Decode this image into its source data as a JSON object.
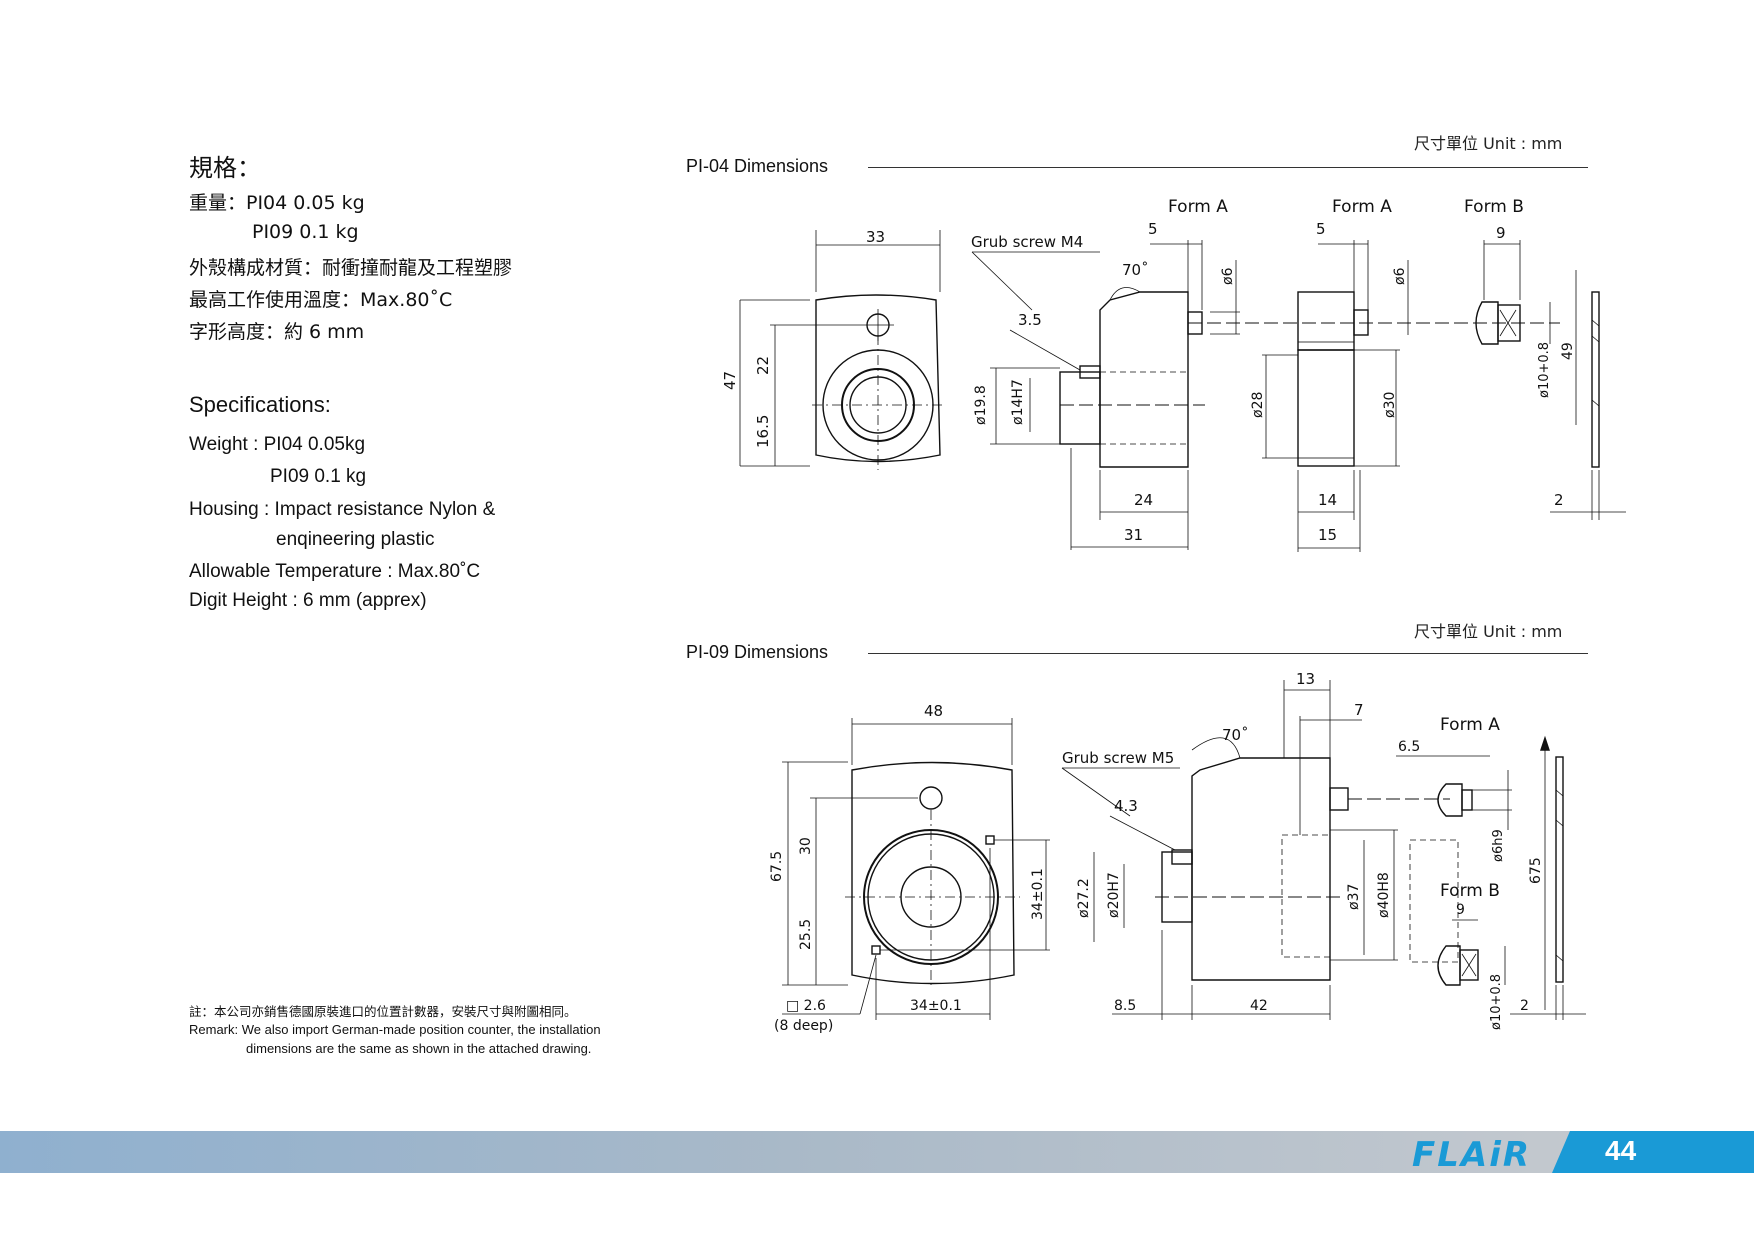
{
  "spec_zh": {
    "title": "規格：",
    "weight_line1": "重量：PI04   0.05 kg",
    "weight_line2": "PI09   0.1  kg",
    "housing": "外殼構成材質：耐衝撞耐龍及工程塑膠",
    "temperature": "最高工作使用溫度：Max.80˚C",
    "digit_height": "字形高度：約  6 mm"
  },
  "spec_en": {
    "title": "Specifications:",
    "weight_line1": "Weight : PI04   0.05kg",
    "weight_line2": "PI09   0.1 kg",
    "housing_line1": "Housing : Impact resistance Nylon &",
    "housing_line2": "enqineering plastic",
    "temperature": "Allowable Temperature : Max.80˚C",
    "digit_height": "Digit Height : 6 mm (apprex)"
  },
  "remark": {
    "zh": "註：本公司亦銷售德國原裝進口的位置計數器，安裝尺寸與附圖相同。",
    "en_line1": "Remark:  We also import German-made position counter, the installation",
    "en_line2": "dimensions are the same as shown in the attached drawing."
  },
  "pi04": {
    "title": "PI-04    Dimensions",
    "unit": "尺寸單位  Unit : mm",
    "form_a1": "Form  A",
    "form_a2": "Form  A",
    "form_b": "Form  B",
    "grub_screw": "Grub screw M4",
    "dims": {
      "w33": "33",
      "h47": "47",
      "h22": "22",
      "h16_5": "16.5",
      "d5a": "5",
      "d5b": "5",
      "d9": "9",
      "angle": "70˚",
      "d3_5": "3.5",
      "phi6a": "ø6",
      "phi6b": "ø6",
      "phi19_8": "ø19.8",
      "phi14": "ø14H7",
      "phi28": "ø28",
      "phi30": "ø30",
      "phi10": "ø10+0.8",
      "h49": "49",
      "d24": "24",
      "d31": "31",
      "d14": "14",
      "d15": "15",
      "d2": "2"
    }
  },
  "pi09": {
    "title": "PI-09    Dimensions",
    "unit": "尺寸單位  Unit : mm",
    "form_a": "Form  A",
    "form_b": "Form  B",
    "grub_screw": "Grub screw M5",
    "dims": {
      "w48": "48",
      "h67_5": "67.5",
      "h30": "30",
      "h25_5": "25.5",
      "d13": "13",
      "d7": "7",
      "angle": "70˚",
      "d4_3": "4.3",
      "h34": "34±0.1",
      "w34": "34±0.1",
      "sq2_6": "□ 2.6",
      "deep": "(8 deep)",
      "phi27_2": "ø27.2",
      "phi20": "ø20H7",
      "phi37": "ø37",
      "phi40": "ø40H8",
      "d6_5": "6.5",
      "phi6h9": "ø6h9",
      "h675": "675",
      "d9": "9",
      "phi10": "ø10+0.8",
      "d2": "2",
      "d8_5": "8.5",
      "d42": "42"
    }
  },
  "footer": {
    "brand": "FLAiR",
    "page": "44"
  }
}
